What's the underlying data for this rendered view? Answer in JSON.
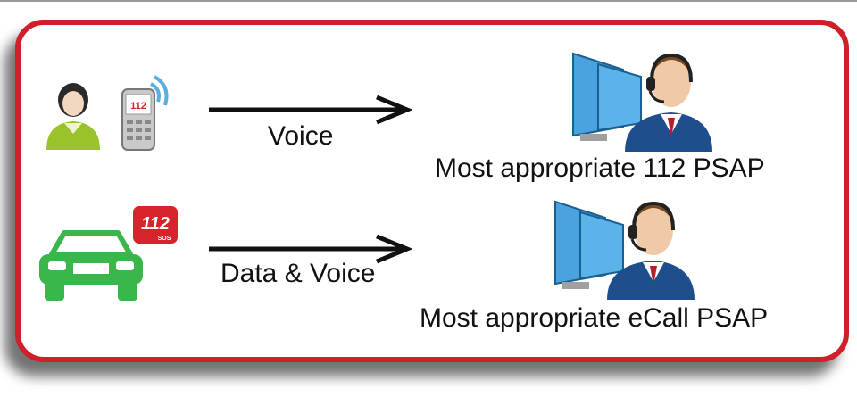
{
  "rows": [
    {
      "flow_label": "Voice",
      "destination_label": "Most appropriate 112 PSAP",
      "phone_screen_text": "112"
    },
    {
      "flow_label": "Data & Voice",
      "destination_label": "Most appropriate eCall PSAP",
      "badge_number": "112",
      "badge_subtext": "SOS"
    }
  ],
  "colors": {
    "frame_border": "#d01f2a",
    "car": "#3bb64a",
    "person_shirt": "#9ac22b",
    "badge": "#d7232c",
    "monitor": "#4aa3df",
    "operator_suit": "#1f4e8c",
    "arrow": "#111111"
  }
}
